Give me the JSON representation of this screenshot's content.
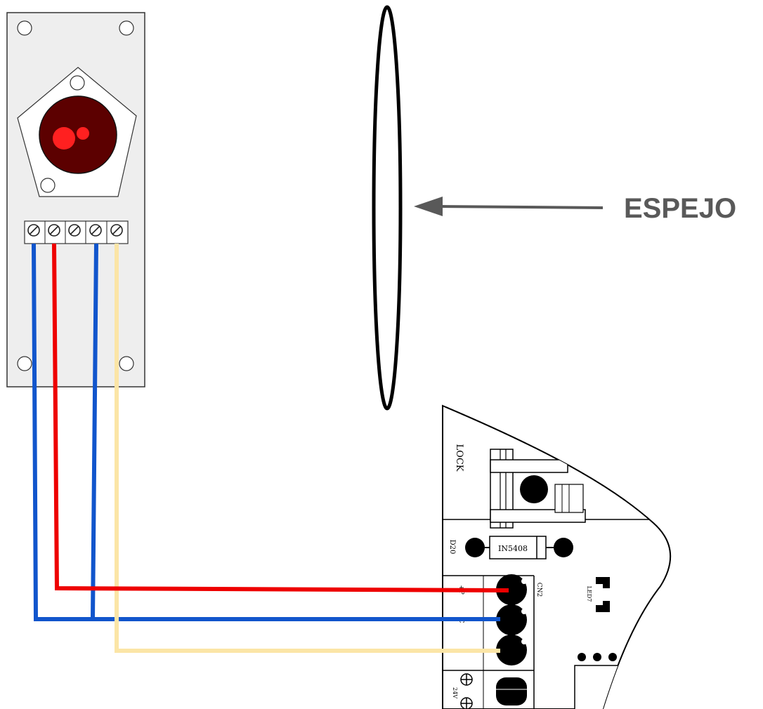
{
  "mirror": {
    "label": "ESPEJO"
  },
  "board": {
    "labels": {
      "lock": "LOCK",
      "diode_ref": "D20",
      "diode_part": "IN5408",
      "connector": "CN2",
      "led": "LED7",
      "pin_plus": "+P",
      "pin_com": "C",
      "pin_in": "I",
      "pin_24v": "24V"
    }
  },
  "colors": {
    "wire_red": "#ee0000",
    "wire_blue": "#1155cc",
    "wire_yellow": "#fbe5a6",
    "sensor_plate": "#eeeeee",
    "lens_outer": "#5c0000",
    "led": "#ff2020",
    "arrow": "#595959"
  }
}
